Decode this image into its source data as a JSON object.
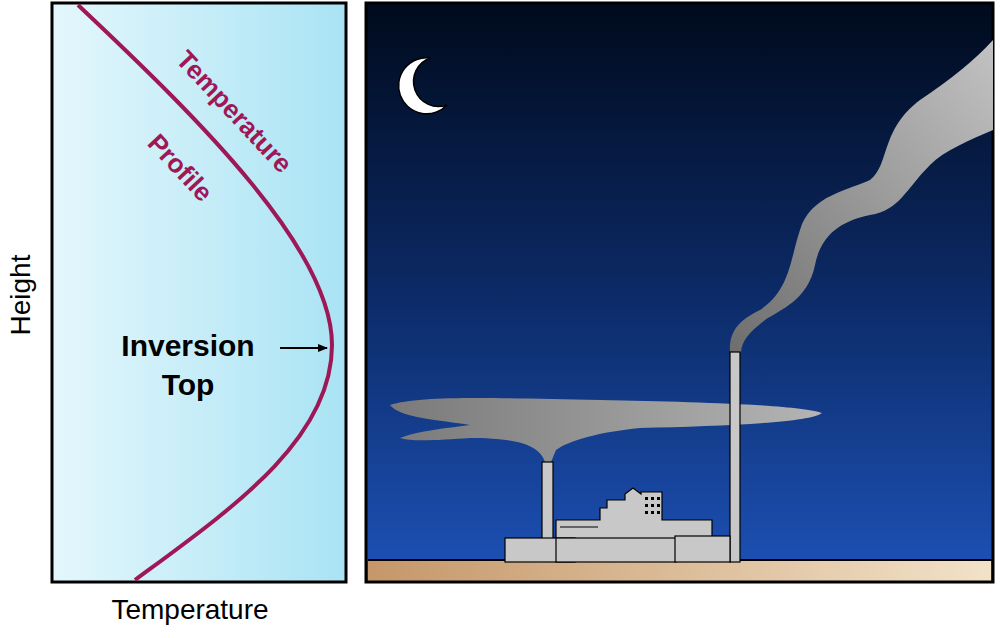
{
  "diagram": {
    "labels": [
      "Temperature",
      "Profile",
      "Inversion Top",
      "Height",
      "Temperature"
    ]
  }
}
